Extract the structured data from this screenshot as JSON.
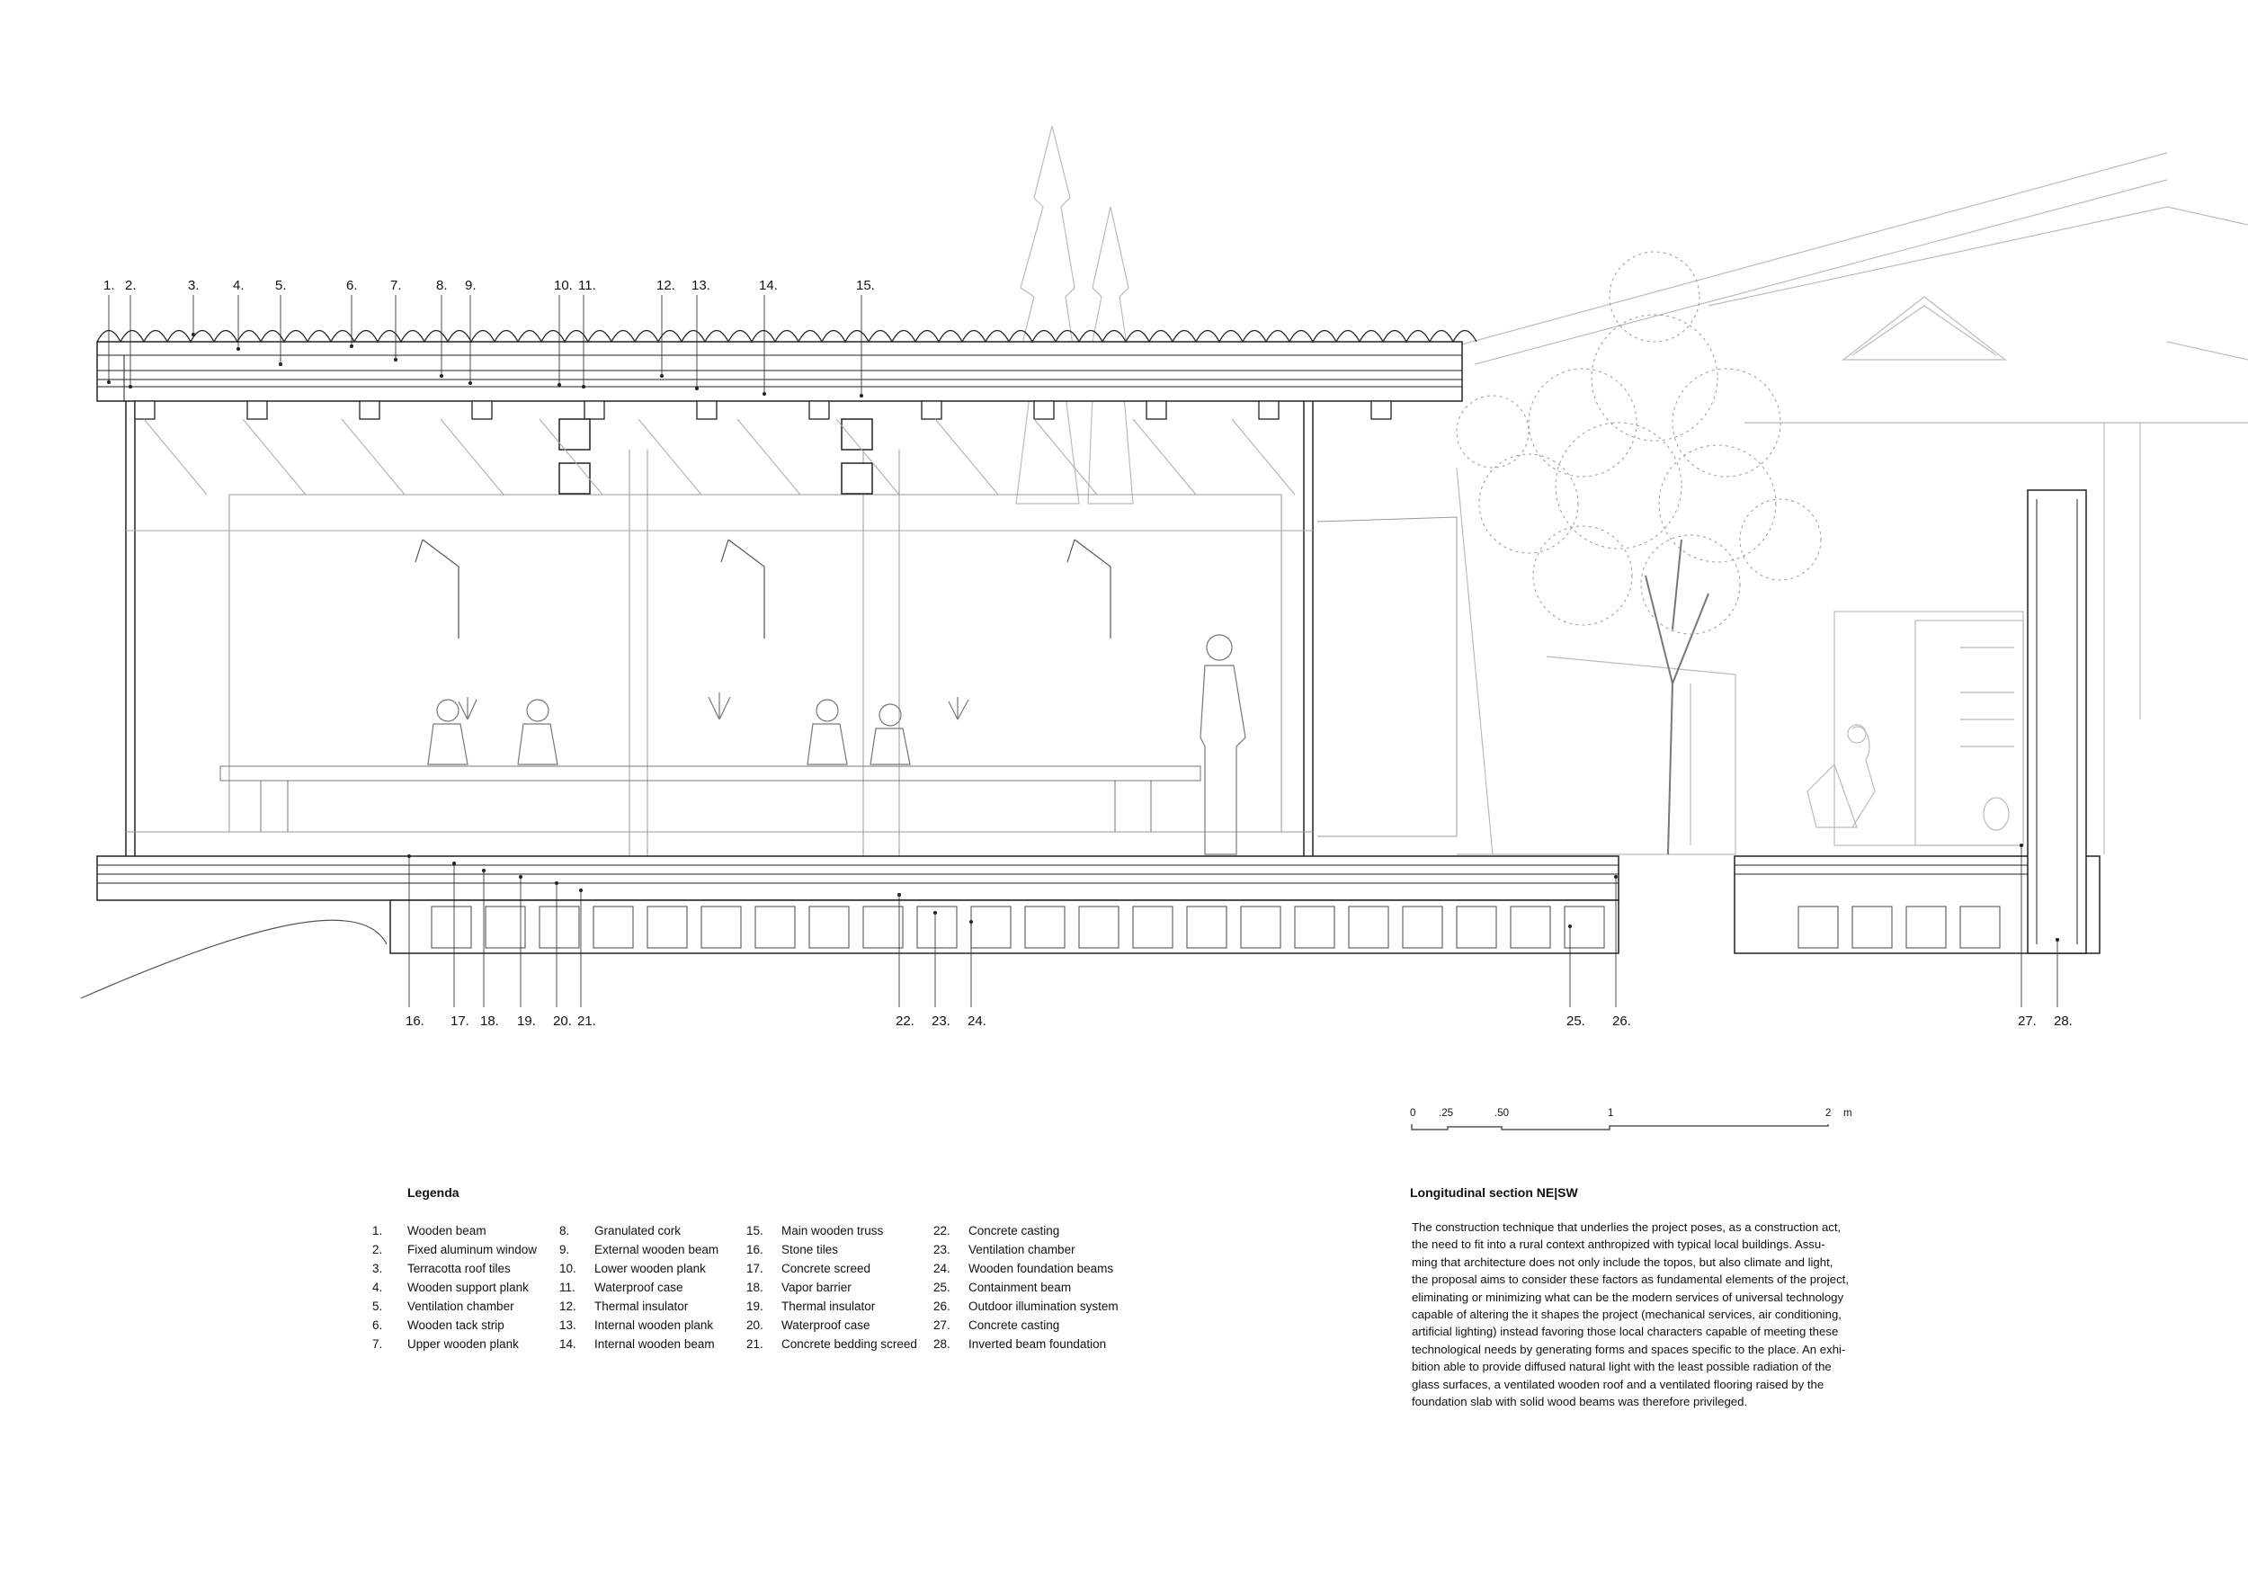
{
  "drawing": {
    "callouts_top": [
      "1.",
      "2.",
      "3.",
      "4.",
      "5.",
      "6.",
      "7.",
      "8.",
      "9.",
      "10.",
      "11.",
      "12.",
      "13.",
      "14.",
      "15."
    ],
    "callouts_bottom": [
      "16.",
      "17.",
      "18.",
      "19.",
      "20.",
      "21.",
      "22.",
      "23.",
      "24.",
      "25.",
      "26.",
      "27.",
      "28."
    ]
  },
  "scale_bar": {
    "ticks": [
      "0",
      ".25",
      ".50",
      "1",
      "2"
    ],
    "unit": "m"
  },
  "legend": {
    "title": "Legenda",
    "items": [
      {
        "n": "1.",
        "t": "Wooden beam"
      },
      {
        "n": "2.",
        "t": "Fixed aluminum window"
      },
      {
        "n": "3.",
        "t": "Terracotta roof tiles"
      },
      {
        "n": "4.",
        "t": "Wooden support plank"
      },
      {
        "n": "5.",
        "t": "Ventilation chamber"
      },
      {
        "n": "6.",
        "t": "Wooden tack strip"
      },
      {
        "n": "7.",
        "t": "Upper wooden plank"
      },
      {
        "n": "8.",
        "t": "Granulated cork"
      },
      {
        "n": "9.",
        "t": "External wooden beam"
      },
      {
        "n": "10.",
        "t": "Lower wooden plank"
      },
      {
        "n": "11.",
        "t": "Waterproof case"
      },
      {
        "n": "12.",
        "t": "Thermal insulator"
      },
      {
        "n": "13.",
        "t": "Internal wooden plank"
      },
      {
        "n": "14.",
        "t": "Internal wooden beam"
      },
      {
        "n": "15.",
        "t": "Main wooden truss"
      },
      {
        "n": "16.",
        "t": "Stone tiles"
      },
      {
        "n": "17.",
        "t": "Concrete screed"
      },
      {
        "n": "18.",
        "t": "Vapor barrier"
      },
      {
        "n": "19.",
        "t": "Thermal insulator"
      },
      {
        "n": "20.",
        "t": "Waterproof case"
      },
      {
        "n": "21.",
        "t": "Concrete bedding screed"
      },
      {
        "n": "22.",
        "t": "Concrete casting"
      },
      {
        "n": "23.",
        "t": "Ventilation chamber"
      },
      {
        "n": "24.",
        "t": "Wooden foundation beams"
      },
      {
        "n": "25.",
        "t": "Containment beam"
      },
      {
        "n": "26.",
        "t": "Outdoor illumination system"
      },
      {
        "n": "27.",
        "t": "Concrete casting"
      },
      {
        "n": "28.",
        "t": "Inverted beam foundation"
      }
    ]
  },
  "description": {
    "title": "Longitudinal section NE|SW",
    "lines": [
      "The construction technique that underlies the project poses, as a construction act,",
      "the need to fit into a rural context anthropized with typical local buildings. Assu-",
      "ming that architecture does not only include the topos, but also climate and light,",
      "the proposal aims to consider these factors as fundamental elements of the project,",
      "eliminating or minimizing what can be the modern services of universal technology",
      "capable of altering the it shapes the project (mechanical services, air conditioning,",
      "artificial lighting) instead favoring those local characters capable of meeting these",
      "technological needs by generating forms and spaces specific to the place. An exhi-",
      "bition able to provide diffused natural light with the least possible radiation of the",
      "glass surfaces, a ventilated wooden roof and a ventilated flooring raised by the",
      "foundation slab with solid wood beams was therefore privileged."
    ]
  }
}
